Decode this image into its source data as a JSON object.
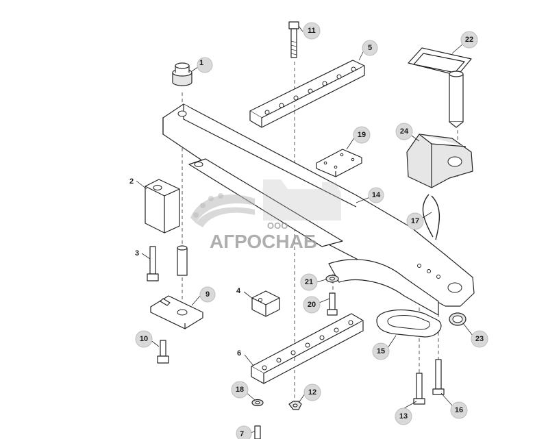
{
  "watermark": {
    "small_text": "ООО",
    "brand_text": "АГРОСНАБ"
  },
  "callouts": [
    {
      "id": "c1",
      "label": "1"
    },
    {
      "id": "c2",
      "label": "2"
    },
    {
      "id": "c3",
      "label": "3"
    },
    {
      "id": "c4",
      "label": "4"
    },
    {
      "id": "c5",
      "label": "5"
    },
    {
      "id": "c6",
      "label": "6"
    },
    {
      "id": "c7",
      "label": "7"
    },
    {
      "id": "c9",
      "label": "9"
    },
    {
      "id": "c10",
      "label": "10"
    },
    {
      "id": "c11",
      "label": "11"
    },
    {
      "id": "c12",
      "label": "12"
    },
    {
      "id": "c13",
      "label": "13"
    },
    {
      "id": "c14",
      "label": "14"
    },
    {
      "id": "c15",
      "label": "15"
    },
    {
      "id": "c16",
      "label": "16"
    },
    {
      "id": "c17",
      "label": "17"
    },
    {
      "id": "c18",
      "label": "18"
    },
    {
      "id": "c19",
      "label": "19"
    },
    {
      "id": "c20",
      "label": "20"
    },
    {
      "id": "c21",
      "label": "21"
    },
    {
      "id": "c22",
      "label": "22"
    },
    {
      "id": "c23",
      "label": "23"
    },
    {
      "id": "c24",
      "label": "24"
    }
  ]
}
